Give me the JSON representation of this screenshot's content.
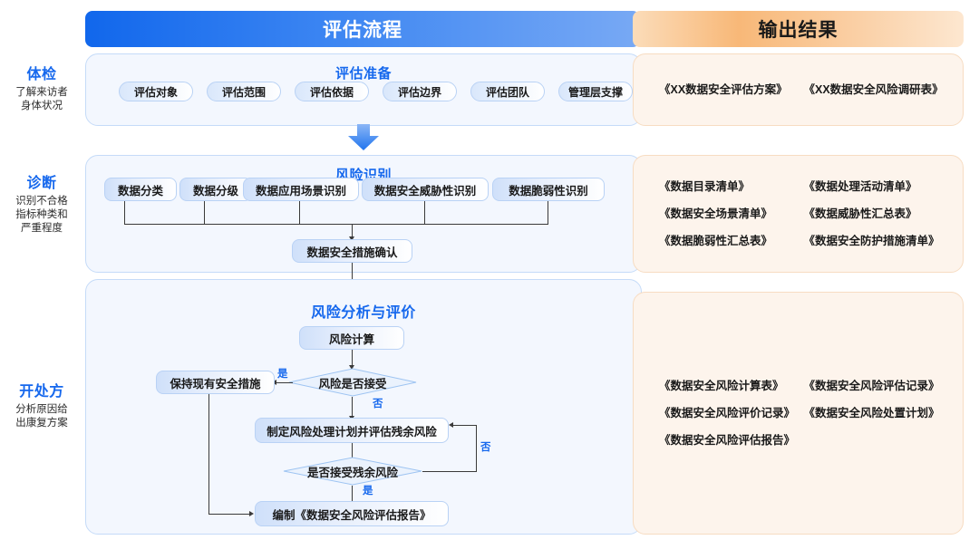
{
  "headers": {
    "left": "评估流程",
    "right": "输出结果"
  },
  "rail": [
    {
      "title": "体检",
      "desc": "了解来访者\n身体状况"
    },
    {
      "title": "诊断",
      "desc": "识别不合格\n指标种类和\n严重程度"
    },
    {
      "title": "开处方",
      "desc": "分析原因给\n出康复方案"
    }
  ],
  "stages": [
    {
      "title": "评估准备",
      "pills": [
        "评估对象",
        "评估范围",
        "评估依据",
        "评估边界",
        "评估团队",
        "管理层支撑"
      ]
    },
    {
      "title": "风险识别",
      "nodes": [
        "数据分类",
        "数据分级",
        "数据应用场景识别",
        "数据安全威胁性识别",
        "数据脆弱性识别"
      ],
      "confirm": "数据安全措施确认"
    },
    {
      "title": "风险分析与评价",
      "calc": "风险计算",
      "decision1": "风险是否接受",
      "keep": "保持现有安全措施",
      "plan": "制定风险处理计划并评估残余风险",
      "decision2": "是否接受残余风险",
      "report": "编制《数据安全风险评估报告》",
      "edge_yes_1": "是",
      "edge_no_1": "否",
      "edge_no_2": "否",
      "edge_yes_2": "是"
    }
  ],
  "outputs": [
    {
      "col1": [
        "《XX数据安全评估方案》"
      ],
      "col2": [
        "《XX数据安全风险调研表》"
      ]
    },
    {
      "col1": [
        "《数据目录清单》",
        "《数据安全场景清单》",
        "《数据脆弱性汇总表》"
      ],
      "col2": [
        "《数据处理活动清单》",
        "《数据威胁性汇总表》",
        "《数据安全防护措施清单》"
      ]
    },
    {
      "col1": [
        "《数据安全风险计算表》",
        "《数据安全风险评价记录》",
        "《数据安全风险评估报告》"
      ],
      "col2": [
        "《数据安全风险评估记录》",
        "《数据安全风险处置计划》"
      ]
    }
  ],
  "colors": {
    "brand_blue": "#1668ed",
    "panel_blue_bg": "#f3f7fe",
    "panel_blue_border": "#c5dbf8",
    "panel_orange_bg": "#fdf4ec",
    "panel_orange_border": "#f7dcc2",
    "connector": "#3a3a3a"
  }
}
